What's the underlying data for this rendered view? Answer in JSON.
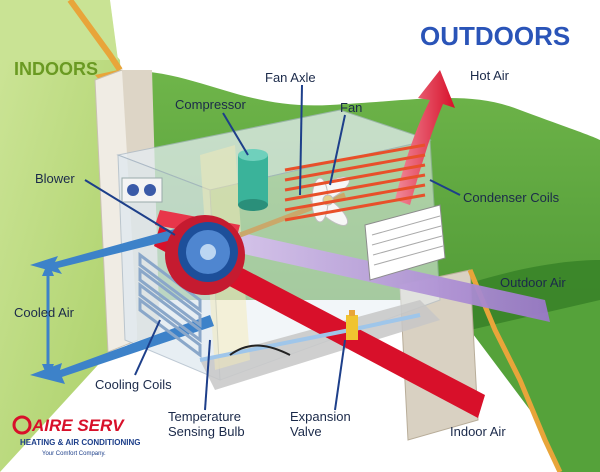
{
  "headings": {
    "indoors": "INDOORS",
    "outdoors": "OUTDOORS"
  },
  "labels": {
    "hot_air": "Hot Air",
    "fan_axle": "Fan Axle",
    "compressor": "Compressor",
    "fan": "Fan",
    "blower": "Blower",
    "condenser_coils": "Condenser Coils",
    "outdoor_air": "Outdoor Air",
    "cooled_air": "Cooled Air",
    "cooling_coils": "Cooling Coils",
    "temperature_sensing_bulb_line1": "Temperature",
    "temperature_sensing_bulb_line2": "Sensing Bulb",
    "expansion_valve_line1": "Expansion",
    "expansion_valve_line2": "Valve",
    "indoor_air": "Indoor Air"
  },
  "logo": {
    "brand_line1": "AIRE SERV",
    "brand_line2": "HEATING & AIR CONDITIONING",
    "tagline": "Your Comfort Company."
  },
  "colors": {
    "sky": "#ffffff",
    "grass": "#b9d97a",
    "hill": "#4f9a35",
    "indoor_heading": "#6a9a22",
    "outdoor_heading": "#2a54b8",
    "hot_air": "#d8102a",
    "cooled_air": "#3d82c9",
    "outdoor_air": "#b59ad6",
    "wall_edge": "#e8a53a",
    "label": "#1b2a4a"
  }
}
